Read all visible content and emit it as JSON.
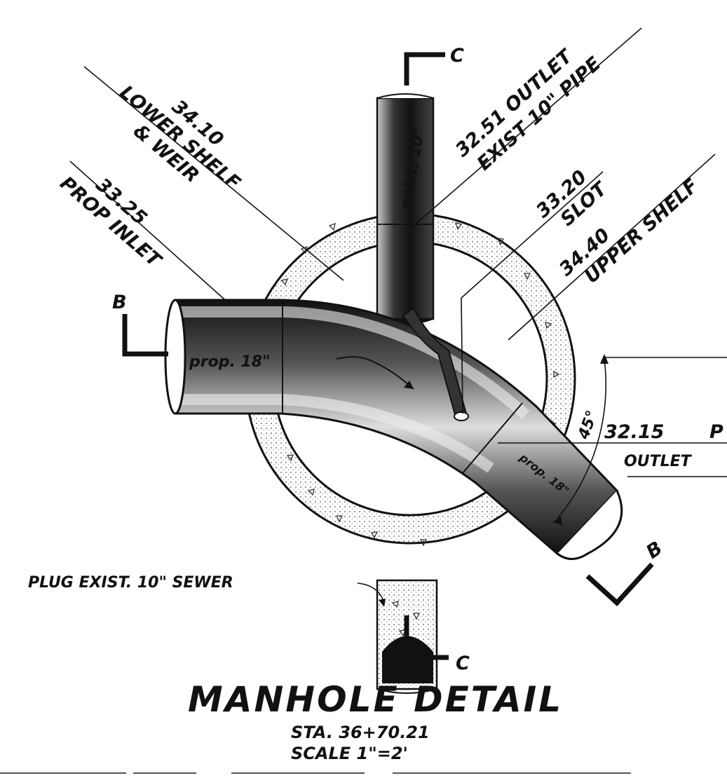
{
  "labels": {
    "outlet_exist": "32.51 OUTLET",
    "outlet_exist_desc": "EXIST 10\" PIPE",
    "lower_shelf_elev": "34.10",
    "lower_shelf_desc_1": "LOWER SHELF",
    "lower_shelf_desc_2": "& WEIR",
    "prop_inlet_elev": "33.25",
    "prop_inlet_desc": "PROP INLET",
    "slot_elev": "33.20",
    "slot_desc": "SLOT",
    "upper_shelf_elev": "34.40",
    "upper_shelf_desc": "UPPER SHELF",
    "prop_outlet_elev": "32.15",
    "prop_outlet_prefix": "P",
    "prop_outlet_desc": "OUTLET",
    "angle": "45°",
    "pipe_exist": "exist. 10\"",
    "pipe_inlet": "prop. 18\"",
    "pipe_outlet": "prop. 18\"",
    "plug_note": "PLUG EXIST. 10\" SEWER",
    "section_b": "B",
    "section_c": "C"
  },
  "title": {
    "main": "MANHOLE DETAIL",
    "station": "STA. 36+70.21",
    "scale": "SCALE 1\"=2'"
  }
}
